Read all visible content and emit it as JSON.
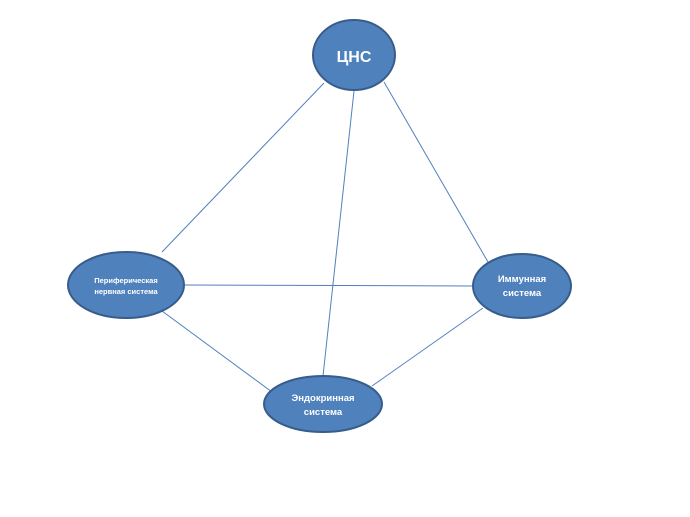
{
  "diagram": {
    "colors": {
      "node_fill": "#4F81BD",
      "node_stroke": "#385D8A",
      "edge": "#4F81BD",
      "label": "#FFFFFF",
      "background": "#FFFFFF"
    },
    "nodes": {
      "cns": {
        "label": "ЦНС"
      },
      "peripheral": {
        "line1": "Периферическая",
        "line2": "нервная система"
      },
      "immune": {
        "line1": "Иммунная",
        "line2": "система"
      },
      "endocrine": {
        "line1": "Эндокринная",
        "line2": "система"
      }
    },
    "edges": [
      {
        "from": "cns",
        "to": "peripheral"
      },
      {
        "from": "cns",
        "to": "immune"
      },
      {
        "from": "cns",
        "to": "endocrine"
      },
      {
        "from": "peripheral",
        "to": "immune"
      },
      {
        "from": "peripheral",
        "to": "endocrine"
      },
      {
        "from": "endocrine",
        "to": "immune"
      }
    ]
  }
}
